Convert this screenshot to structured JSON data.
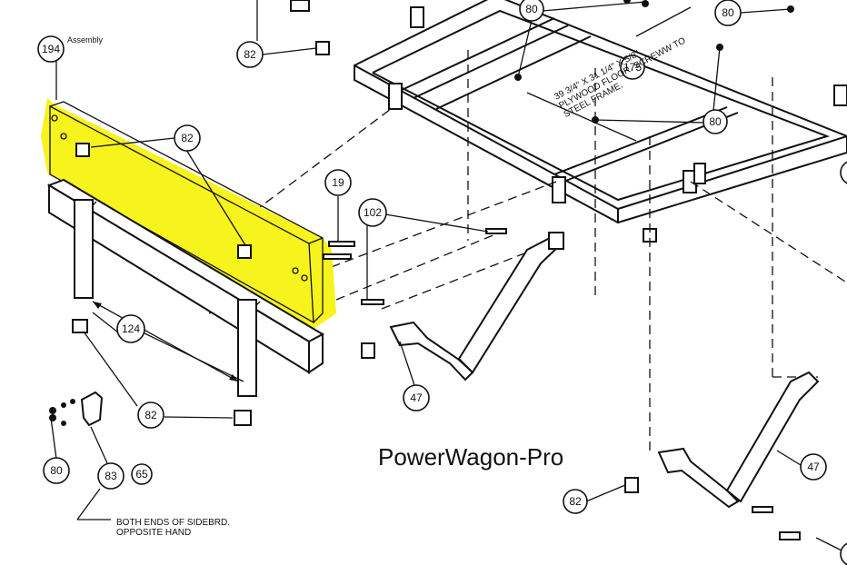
{
  "title": "PowerWagon-Pro",
  "assembly_label": "Assembly",
  "plywood_note": [
    "39 3/4\" X 31 1/4\" X 5/8\"",
    "PLYWOOD FLOOR. SCREWW TO",
    "STEEL FRAME."
  ],
  "sideboard_note": [
    "BOTH ENDS OF SIDEBRD.",
    "OPPOSITE HAND"
  ],
  "callouts": {
    "c194": "194",
    "c82a": "82",
    "c82b": "82",
    "c82c": "82",
    "c82d": "82",
    "c80a": "80",
    "c80b": "80",
    "c80c": "80",
    "c80d": "80",
    "c19": "19",
    "c102": "102",
    "c124": "124",
    "c47a": "47",
    "c47b": "47",
    "c83": "83",
    "c65": "65",
    "c175": "175"
  },
  "highlight_color": "#f7f31c"
}
